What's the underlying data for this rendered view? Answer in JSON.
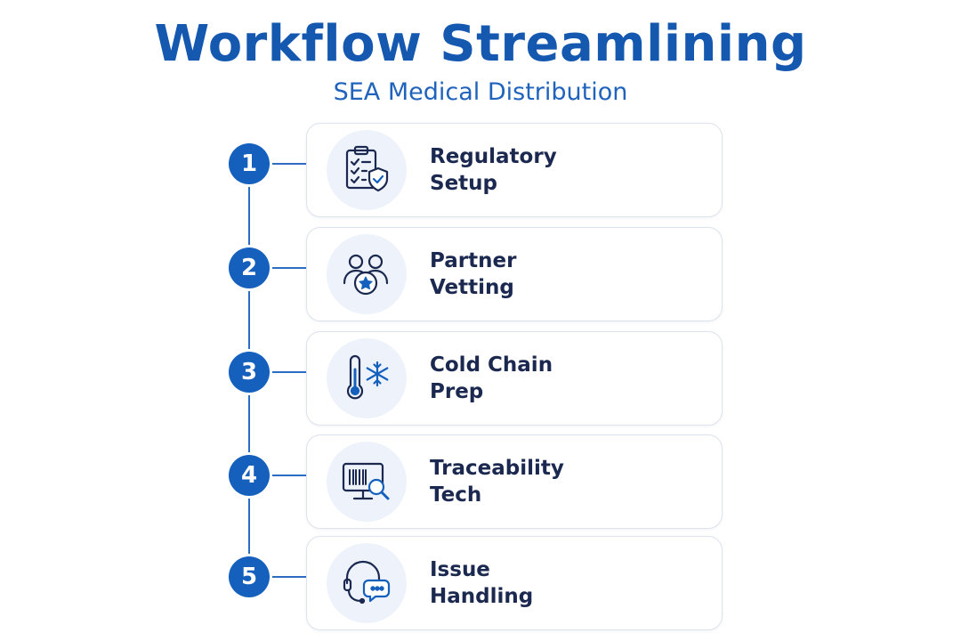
{
  "header": {
    "title": "Workflow Streamlining",
    "subtitle": "SEA Medical Distribution"
  },
  "colors": {
    "primary": "#1560bd",
    "text": "#1b2850",
    "icon_bg": "#eef3fb",
    "border": "#dde3ec"
  },
  "steps": [
    {
      "number": "1",
      "line1": "Regulatory",
      "line2": "Setup",
      "icon": "clipboard-shield-icon"
    },
    {
      "number": "2",
      "line1": "Partner",
      "line2": "Vetting",
      "icon": "partners-star-icon"
    },
    {
      "number": "3",
      "line1": "Cold Chain",
      "line2": "Prep",
      "icon": "thermometer-snowflake-icon"
    },
    {
      "number": "4",
      "line1": "Traceability",
      "line2": "Tech",
      "icon": "barcode-monitor-icon"
    },
    {
      "number": "5",
      "line1": "Issue",
      "line2": "Handling",
      "icon": "headset-chat-icon"
    }
  ]
}
